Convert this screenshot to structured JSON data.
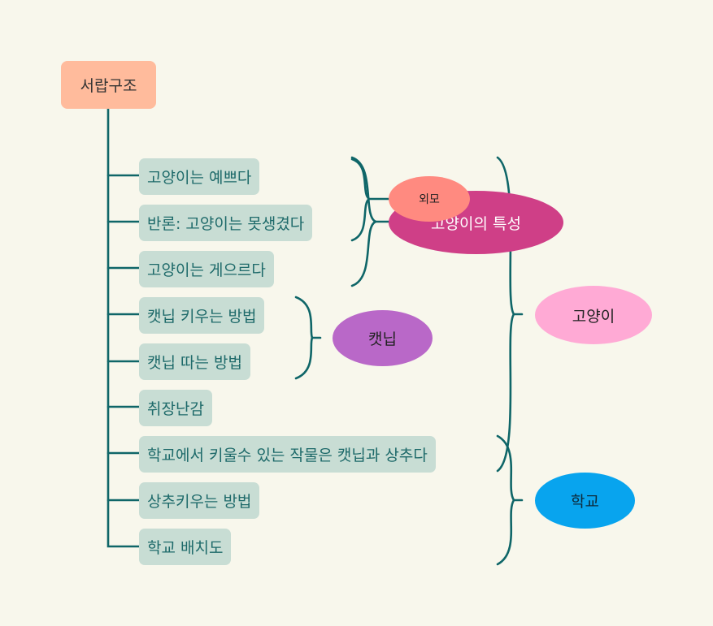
{
  "root": {
    "label": "서랍구조"
  },
  "topics": [
    "고양이는 예쁘다",
    "반론: 고양이는 못생겼다",
    "고양이는 게으르다",
    "캣닙 키우는 방법",
    "캣닙 따는 방법",
    "취장난감",
    "학교에서 키울수 있는 작물은 캣닙과 상추다",
    "상추키우는 방법",
    "학교 배치도"
  ],
  "summaries": {
    "cat_traits": "고양이의 특성",
    "appearance": "외모",
    "catnip": "캣닙",
    "cat": "고양이",
    "school": "학교"
  },
  "colors": {
    "background": "#f8f7ec",
    "connector": "#0f6668",
    "root_fill": "#ffbb9c",
    "topic_fill": "#c8ddd4",
    "topic_text": "#1e6a6a",
    "cat_traits_fill": "#cf3f87",
    "appearance_fill": "#ff8a80",
    "catnip_fill": "#b968c8",
    "cat_fill": "#ffaad5",
    "school_fill": "#08a4ee"
  }
}
